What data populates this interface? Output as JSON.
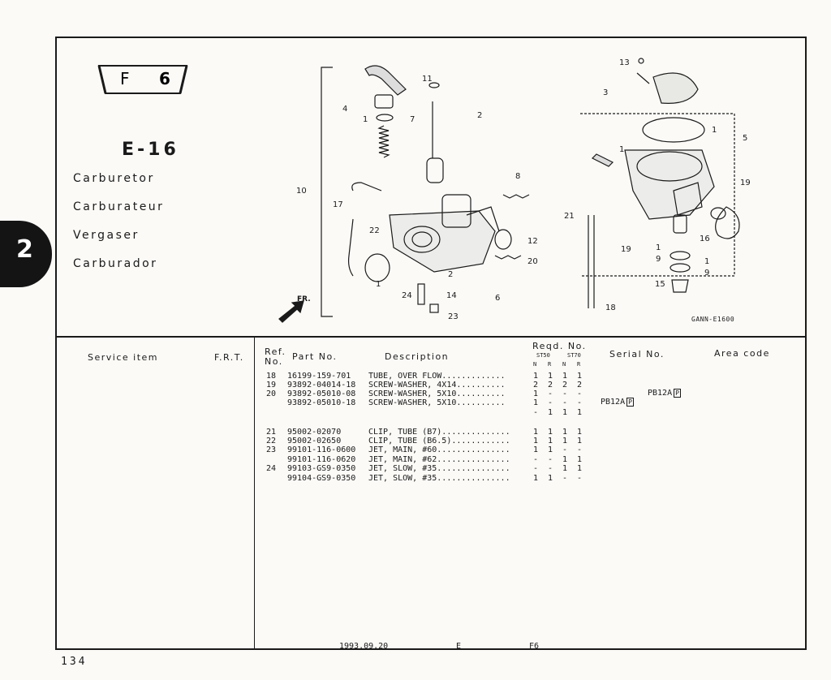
{
  "figure": {
    "prefix": "F",
    "number": "6"
  },
  "section_code": "E-16",
  "titles": [
    "Carburetor",
    "Carburateur",
    "Vergaser",
    "Carburador"
  ],
  "chapter": "2",
  "diagram": {
    "code": "GANN-E1600",
    "direction_label": "FR.",
    "callouts": [
      "13",
      "11",
      "3",
      "4",
      "2",
      "1",
      "7",
      "5",
      "1",
      "1",
      "8",
      "19",
      "10",
      "17",
      "21",
      "22",
      "12",
      "16",
      "20",
      "19",
      "1",
      "9",
      "1",
      "9",
      "1",
      "2",
      "15",
      "24",
      "14",
      "6",
      "18",
      "23"
    ]
  },
  "table_header": {
    "service_item": "Service   item",
    "frt": "F.R.T.",
    "ref_no": [
      "Ref.",
      "No."
    ],
    "part_no": "Part No.",
    "description": "Description",
    "reqd_no": "Reqd. No.",
    "models": [
      "ST50",
      "ST70"
    ],
    "subcols": [
      "N",
      "R",
      "N",
      "R"
    ],
    "serial_no": "Serial No.",
    "area_code": "Area code"
  },
  "parts": [
    {
      "ref": "18",
      "part_no": "16199-159-701",
      "description": "TUBE, OVER FLOW.............",
      "qty": [
        "1",
        "1",
        "1",
        "1"
      ]
    },
    {
      "ref": "19",
      "part_no": "93892-04014-18",
      "description": "SCREW-WASHER, 4X14..........",
      "qty": [
        "2",
        "2",
        "2",
        "2"
      ]
    },
    {
      "ref": "20",
      "part_no": "93892-05010-08",
      "description": "SCREW-WASHER, 5X10..........",
      "qty": [
        "1",
        "-",
        "-",
        "-"
      ]
    },
    {
      "ref": "",
      "part_no": "93892-05010-18",
      "description": "SCREW-WASHER, 5X10..........",
      "qty": [
        "1",
        "-",
        "-",
        "-"
      ]
    },
    {
      "ref": "",
      "part_no": "",
      "description": "",
      "qty": [
        "-",
        "1",
        "1",
        "1"
      ]
    },
    {
      "ref": "21",
      "part_no": "95002-02070",
      "description": "CLIP, TUBE (B7)..............",
      "qty": [
        "1",
        "1",
        "1",
        "1"
      ]
    },
    {
      "ref": "22",
      "part_no": "95002-02650",
      "description": "CLIP, TUBE (B6.5)............",
      "qty": [
        "1",
        "1",
        "1",
        "1"
      ]
    },
    {
      "ref": "23",
      "part_no": "99101-116-0600",
      "description": "JET, MAIN, #60...............",
      "qty": [
        "1",
        "1",
        "-",
        "-"
      ]
    },
    {
      "ref": "",
      "part_no": "99101-116-0620",
      "description": "JET, MAIN, #62...............",
      "qty": [
        "-",
        "-",
        "1",
        "1"
      ]
    },
    {
      "ref": "24",
      "part_no": "99103-GS9-0350",
      "description": "JET, SLOW, #35...............",
      "qty": [
        "-",
        "-",
        "1",
        "1"
      ]
    },
    {
      "ref": "",
      "part_no": "99104-GS9-0350",
      "description": "JET, SLOW, #35...............",
      "qty": [
        "1",
        "1",
        "-",
        "-"
      ]
    }
  ],
  "serials": [
    {
      "text": "PB12A",
      "marker": "P"
    },
    {
      "text": "PB12A",
      "marker": "P"
    }
  ],
  "footer": {
    "date": "1993.09.20",
    "code1": "E",
    "code2": "F6"
  },
  "page_number": "134"
}
